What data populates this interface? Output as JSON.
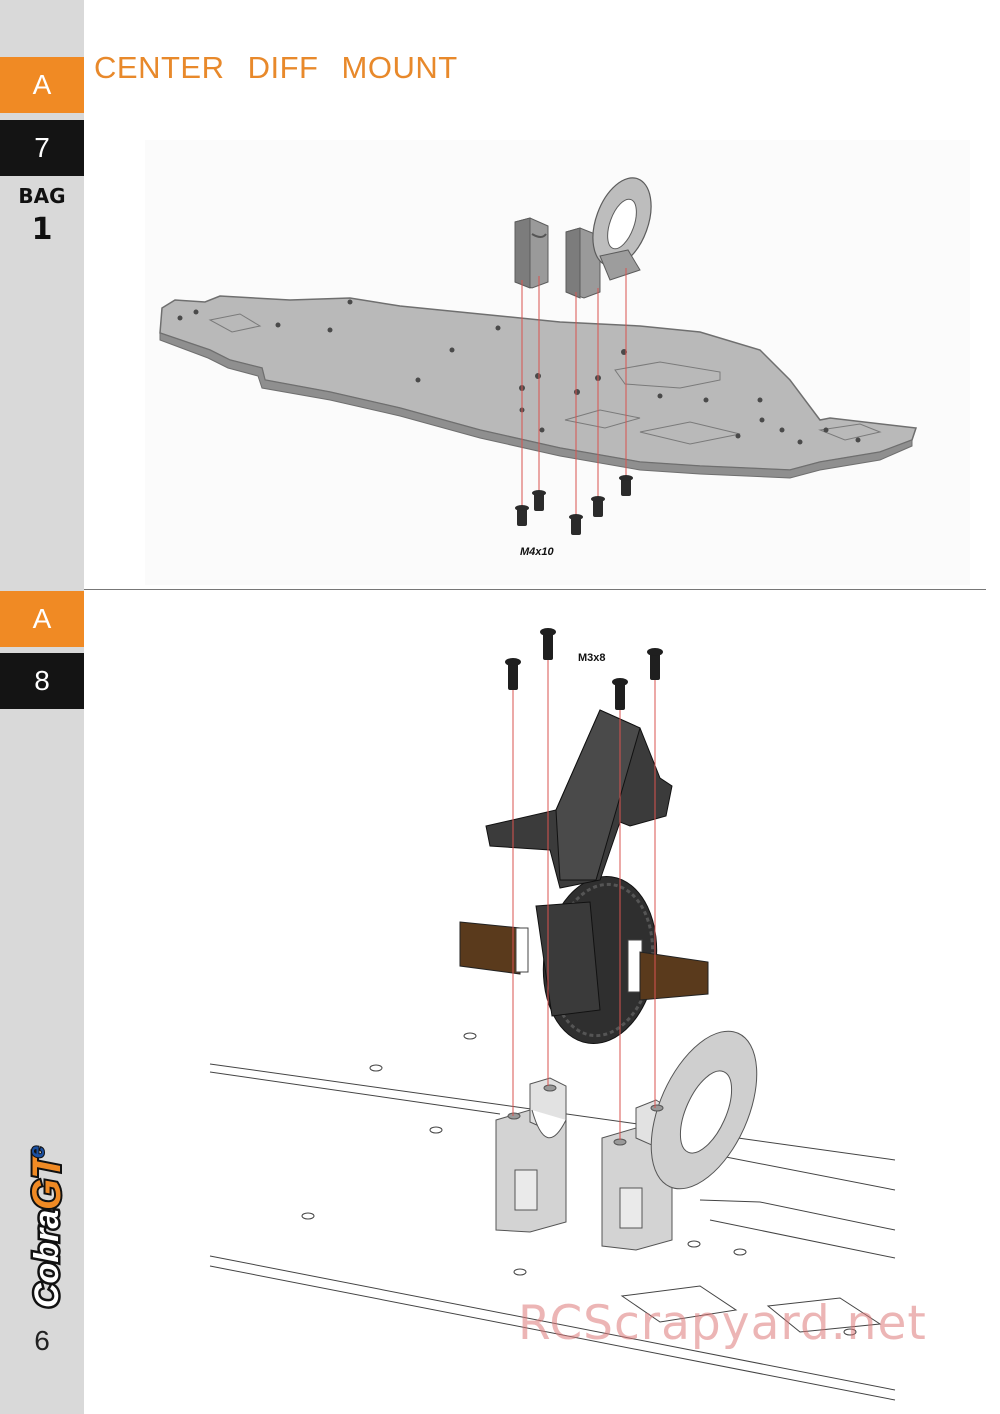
{
  "sidebar": {
    "step1_section": "A",
    "step1_number": "7",
    "bag_label": "BAG",
    "bag_number": "1",
    "step2_section": "A",
    "step2_number": "8",
    "page_number": "6",
    "logo_text": "CobraGTe"
  },
  "step1": {
    "title": "CENTER DIFF MOUNT",
    "screw_label": "M4x10"
  },
  "step2": {
    "screw_label": "M3x8"
  },
  "watermark": "RCScrapyard.net",
  "colors": {
    "accent_orange": "#f08a24",
    "title_orange": "#e8892b",
    "tab_black": "#141414",
    "sidebar_grey": "#d9d9d9",
    "guide_red": "#d9534f"
  }
}
